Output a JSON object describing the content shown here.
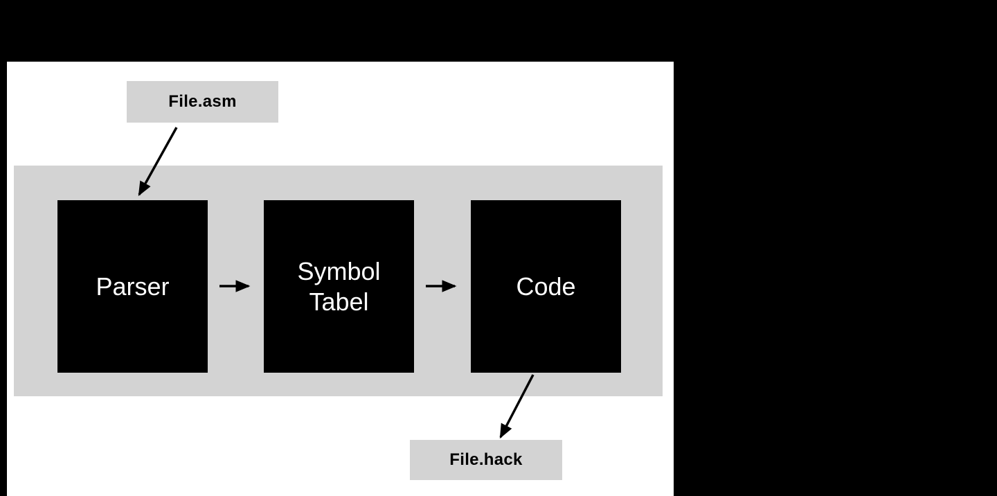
{
  "colors": {
    "background": "#000000",
    "panel": "#ffffff",
    "box_gray": "#d3d3d3",
    "node_fill": "#000000",
    "node_text": "#ffffff",
    "file_label_text": "#000000",
    "arrow": "#000000"
  },
  "diagram": {
    "nodes": {
      "file_asm": {
        "label": "File.asm"
      },
      "parser": {
        "lines": [
          "Parser"
        ]
      },
      "symbol_table": {
        "lines": [
          "Symbol",
          "Tabel"
        ]
      },
      "code": {
        "lines": [
          "Code"
        ]
      },
      "file_hack": {
        "label": "File.hack"
      }
    },
    "edges": [
      {
        "from": "file_asm",
        "to": "parser"
      },
      {
        "from": "parser",
        "to": "symbol_table"
      },
      {
        "from": "symbol_table",
        "to": "code"
      },
      {
        "from": "code",
        "to": "file_hack"
      }
    ]
  }
}
